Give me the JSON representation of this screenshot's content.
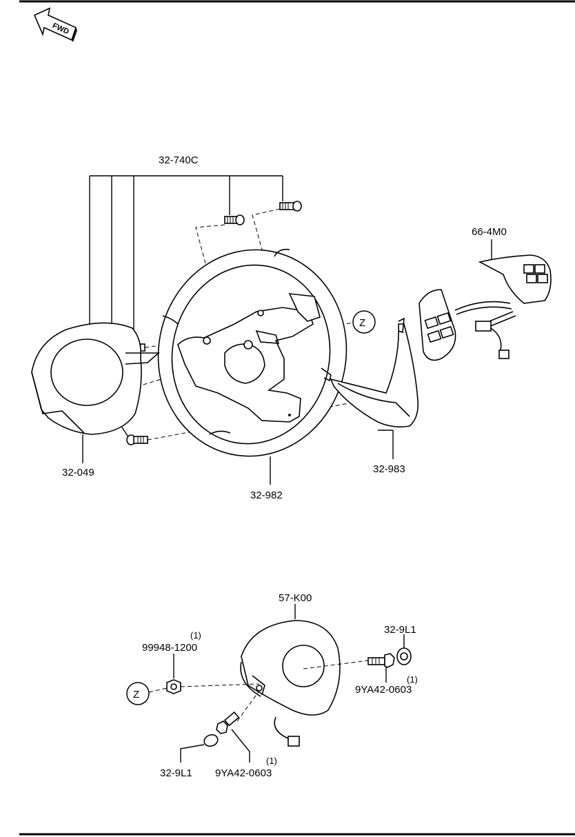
{
  "fwd_label": "FWD",
  "ref_marker": "Z",
  "upper_assembly": {
    "screw_label": "32-740C",
    "cover_label": "32-049",
    "wheel_label": "32-982",
    "trim_label": "32-983",
    "switch_label": "66-4M0"
  },
  "airbag_assembly": {
    "airbag_label": "57-K00",
    "nut_label": "99948-1200",
    "nut_qty": "(1)",
    "cap_right_label": "32-9L1",
    "bolt_right_label": "9YA42-0603",
    "bolt_right_qty": "(1)",
    "cap_left_label": "32-9L1",
    "bolt_left_label": "9YA42-0603",
    "bolt_left_qty": "(1)"
  }
}
